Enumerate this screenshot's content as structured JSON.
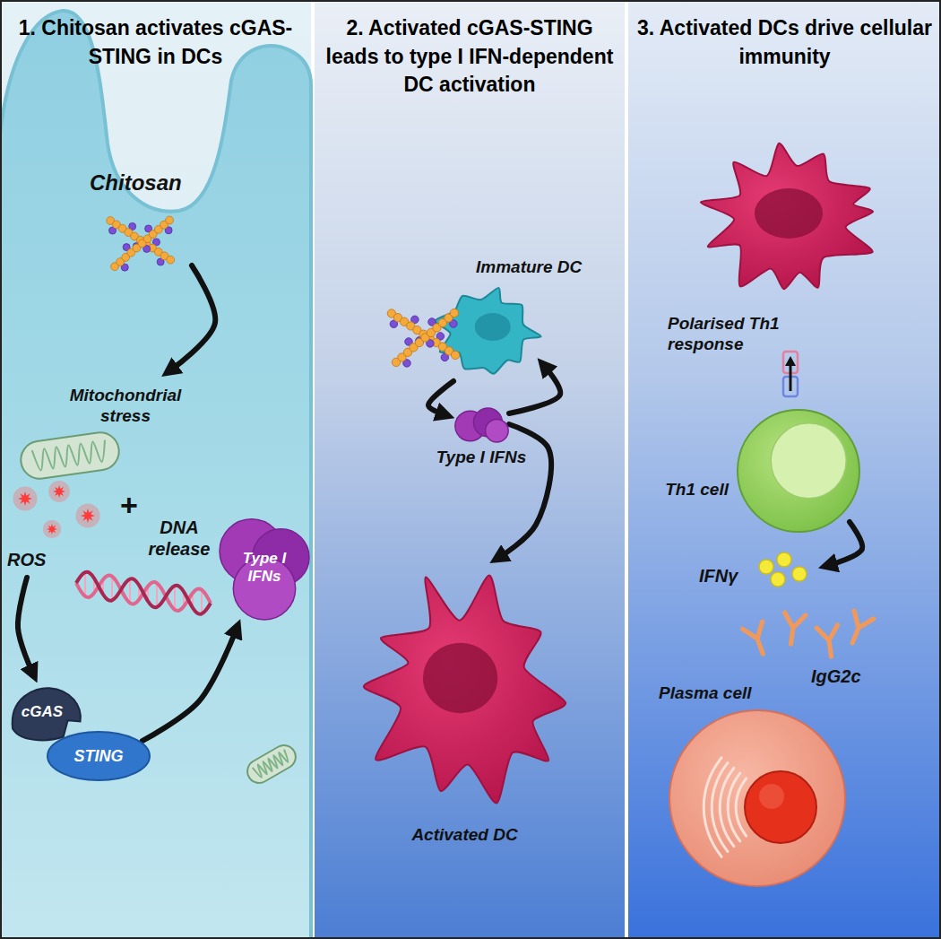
{
  "diagram": {
    "nodes": [
      {
        "text": [
          "1. Chitosan activates cGAS-STING in DCs"
        ]
      },
      {
        "text": [
          "cGAS"
        ],
        "in": 0
      },
      {
        "text": [
          "STING"
        ],
        "in": 0
      },
      {
        "text": [
          "Type I IFNs"
        ],
        "in": 0
      },
      {
        "text": [
          "2. Activated cGAS-STING leads to type I IFN-dependent DC activation"
        ]
      },
      {
        "text": [
          "Immature DC"
        ],
        "in": 4
      },
      {
        "text": [
          "Type I IFNs"
        ],
        "in": 4
      },
      {
        "text": [
          "Activated DC"
        ],
        "in": 4
      },
      {
        "text": [
          "3. Activated DCs drive cellular immunity"
        ]
      },
      {
        "text": [
          "Th1 cell"
        ],
        "in": 8
      },
      {
        "text": [
          "Plasma cell"
        ],
        "in": 8
      }
    ],
    "edges": [
      {
        "from": 2,
        "to": 3,
        "arrow": "to"
      },
      {
        "from": 5,
        "to": 6,
        "arrow": "to"
      },
      {
        "from": 6,
        "to": 5,
        "arrow": "to"
      },
      {
        "from": 6,
        "to": 7,
        "arrow": "to"
      }
    ],
    "labels": [
      "Chitosan",
      "Mitochondrial stress",
      "ROS",
      "+",
      "DNA release",
      "Polarised Th1 response",
      "IFNγ",
      "IgG2c"
    ]
  }
}
